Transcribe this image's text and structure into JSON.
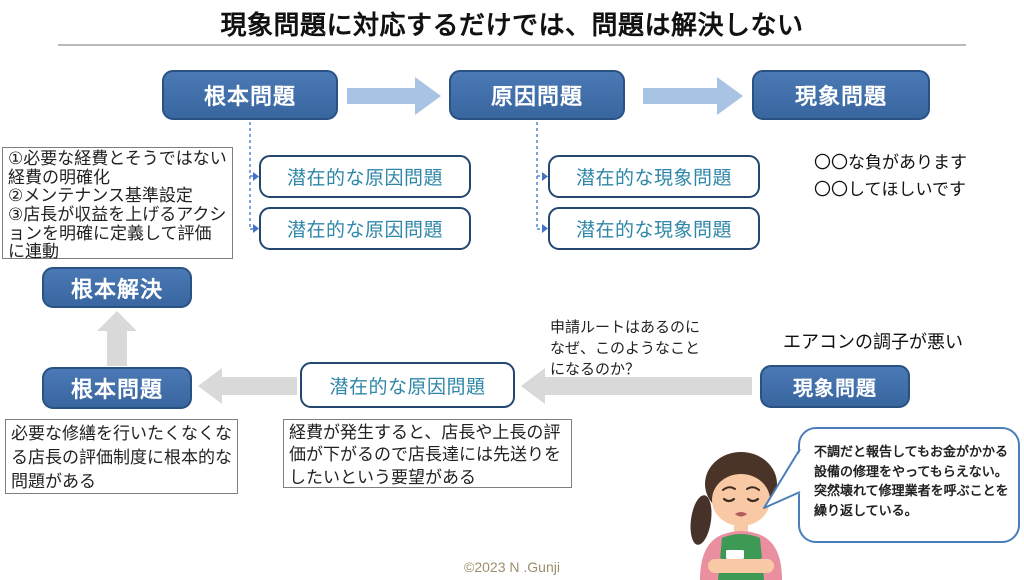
{
  "title": "現象問題に対応するだけでは、問題は解決しない",
  "top_flow": {
    "root_label": "根本問題",
    "cause_label": "原因問題",
    "phenomenon_label": "現象問題"
  },
  "latent": {
    "cause_1": "潜在的な原因問題",
    "cause_2": "潜在的な原因問題",
    "phenomenon_1": "潜在的な現象問題",
    "phenomenon_2": "潜在的な現象問題"
  },
  "notes": {
    "solution_steps": "①必要な経費とそうではない経費の明確化\n②メンテナンス基準設定\n③店長が収益を上げるアクションを明確に定義して評価に連動",
    "complaint": "〇〇な負があります\n〇〇してほしいです"
  },
  "bottom_flow": {
    "solution_label": "根本解決",
    "root_label": "根本問題",
    "latent_cause_label": "潜在的な原因問題",
    "phenomenon_label": "現象問題",
    "question": "申請ルートはあるのに\nなぜ、このようなこと\nになるのか？",
    "aircon": "エアコンの調子が悪い",
    "root_note": "必要な修繕を行いたくなくなる店長の評価制度に根本的な問題がある",
    "cause_note": "経費が発生すると、店長や上長の評価が下がるので店長達には先送りをしたいという要望がある",
    "speech": "不調だと報告してもお金がかかる設備の修理をやってもらえない。\n突然壊れて修理業者を呼ぶことを繰り返している。"
  },
  "footer": {
    "copyright": "©2023 N .Gunji"
  },
  "colors": {
    "box_blue": "#3E6CA8",
    "box_blue_border": "#2A5183",
    "arrow_light_blue": "#A8C3E3",
    "arrow_gray": "#D9D9D9",
    "outline_navy": "#24476F",
    "teal_text": "#2E86A8",
    "bubble_border": "#4A7EBB",
    "footer_tan": "#9C8F6B"
  }
}
